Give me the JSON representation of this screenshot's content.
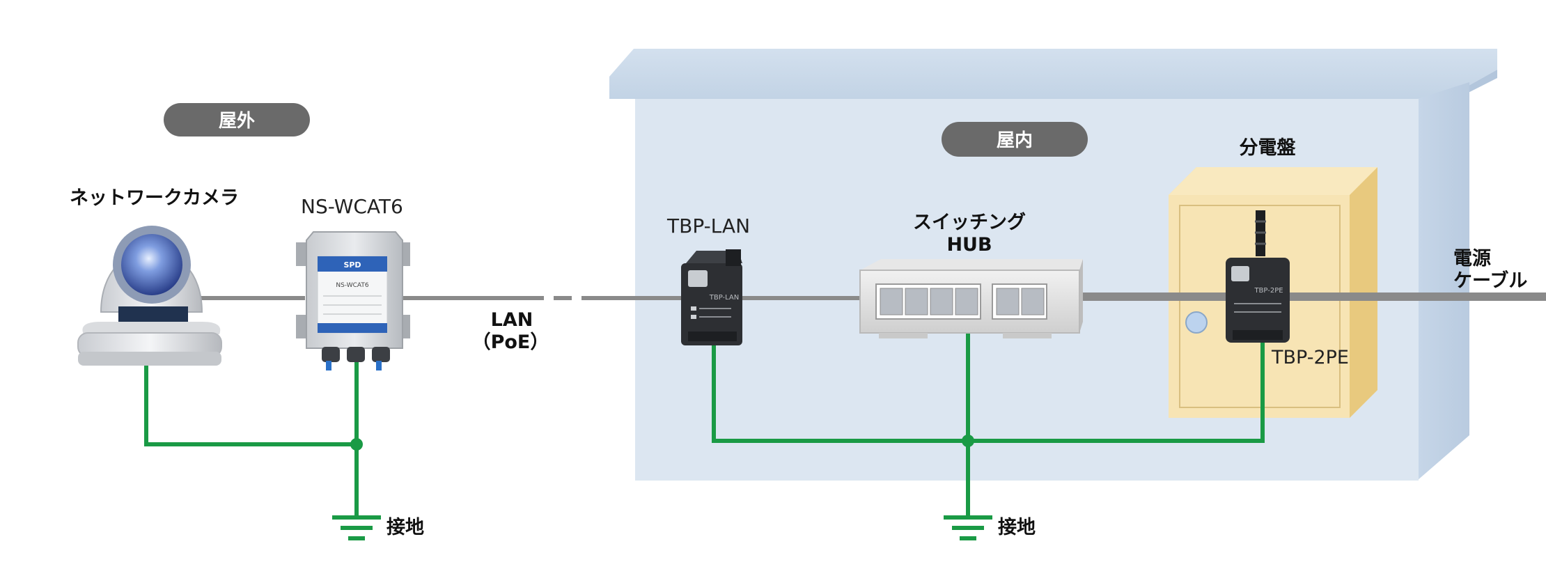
{
  "zones": {
    "outdoor": "屋外",
    "indoor": "屋内"
  },
  "devices": {
    "camera": "ネットワークカメラ",
    "ns_wcat6": "NS-WCAT6",
    "tbp_lan": "TBP-LAN",
    "hub_line1": "スイッチング",
    "hub_line2": "HUB",
    "panel": "分電盤",
    "tbp_2pe": "TBP-2PE",
    "power_line1": "電源",
    "power_line2": "ケーブル"
  },
  "cable": {
    "lan_line1": "LAN",
    "lan_line2": "（PoE）"
  },
  "ground": {
    "left": "接地",
    "right": "接地"
  },
  "device_labels": {
    "spd_brand": "SPD",
    "spd_model": "NS-WCAT6",
    "tbp_lan_face": "TBP-LAN",
    "tbp_2pe_face": "TBP-2PE"
  },
  "colors": {
    "ground_wire": "#1a9a45",
    "lan_cable": "#8a8a8a",
    "pill": "#6a6a6a",
    "building": "#dde7f2",
    "panel_box": "#f6e2ae"
  }
}
